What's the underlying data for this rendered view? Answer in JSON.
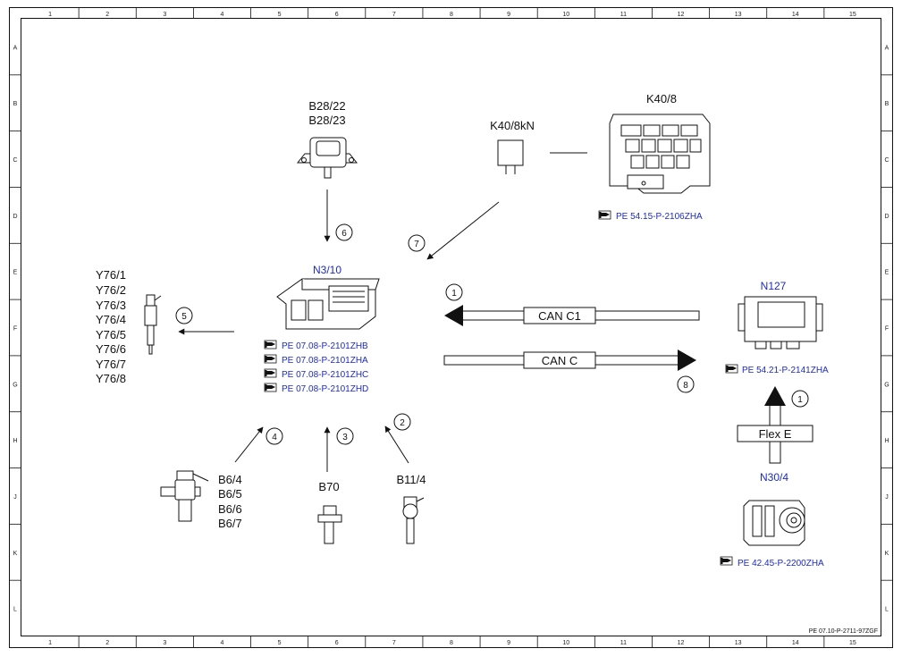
{
  "grid": {
    "columns": [
      "1",
      "2",
      "3",
      "4",
      "5",
      "6",
      "7",
      "8",
      "9",
      "10",
      "11",
      "12",
      "13",
      "14",
      "15"
    ],
    "rows": [
      "A",
      "B",
      "C",
      "D",
      "E",
      "F",
      "G",
      "H",
      "J",
      "K",
      "L"
    ]
  },
  "components": {
    "b28": {
      "line1": "B28/22",
      "line2": "B28/23"
    },
    "k40_8kn": {
      "label": "K40/8kN"
    },
    "k40_8": {
      "label": "K40/8",
      "ref": "PE 54.15-P-2106ZHA"
    },
    "n3_10": {
      "label": "N3/10",
      "refs": [
        "PE 07.08-P-2101ZHB",
        "PE 07.08-P-2101ZHA",
        "PE 07.08-P-2101ZHC",
        "PE 07.08-P-2101ZHD"
      ]
    },
    "y76": {
      "labels": [
        "Y76/1",
        "Y76/2",
        "Y76/3",
        "Y76/4",
        "Y76/5",
        "Y76/6",
        "Y76/7",
        "Y76/8"
      ]
    },
    "n127": {
      "label": "N127",
      "ref": "PE 54.21-P-2141ZHA"
    },
    "b6": {
      "labels": [
        "B6/4",
        "B6/5",
        "B6/6",
        "B6/7"
      ]
    },
    "b70": {
      "label": "B70"
    },
    "b11_4": {
      "label": "B11/4"
    },
    "n30_4": {
      "label": "N30/4",
      "ref": "PE 42.45-P-2200ZHA"
    }
  },
  "buses": {
    "can_c1": "CAN C1",
    "can_c": "CAN C",
    "flex_e": "Flex E"
  },
  "callouts": {
    "c1a": "1",
    "c1b": "1",
    "c2": "2",
    "c3": "3",
    "c4": "4",
    "c5": "5",
    "c6": "6",
    "c7": "7",
    "c8": "8"
  },
  "doc_ref": "PE 07.10-P-2711-97ZGF",
  "colors": {
    "link": "#1c2bc4",
    "line": "#111111"
  },
  "icons": {
    "reference": "pointing-hand-icon"
  }
}
